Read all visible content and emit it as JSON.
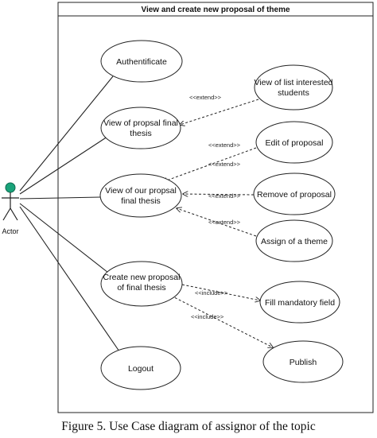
{
  "system": {
    "title": "View and create new proposal of theme"
  },
  "actor": {
    "label": "Actor"
  },
  "use_cases": {
    "authenticate": "Authentificate",
    "view_proposal_final_thesis": [
      "View of propsal final",
      "thesis"
    ],
    "view_list_interested_students": [
      "View of list interested",
      "students"
    ],
    "view_our_proposal_final_thesis": [
      "View of our  propsal",
      "final thesis"
    ],
    "edit_proposal": "Edit of proposal",
    "remove_proposal": "Remove of proposal",
    "assign_theme": "Assign of a theme",
    "create_new_proposal": [
      "Create new proposal",
      "of final thesis"
    ],
    "fill_mandatory_field": "Fill mandatory field",
    "publish": "Publish",
    "logout": "Logout"
  },
  "relations": {
    "extend": "<<extend>>",
    "include": "<<include>>"
  },
  "colors": {
    "actor_head": "#1aa37a",
    "stroke": "#222222"
  },
  "caption": "Figure 5.    Use Case diagram of assignor of the topic"
}
